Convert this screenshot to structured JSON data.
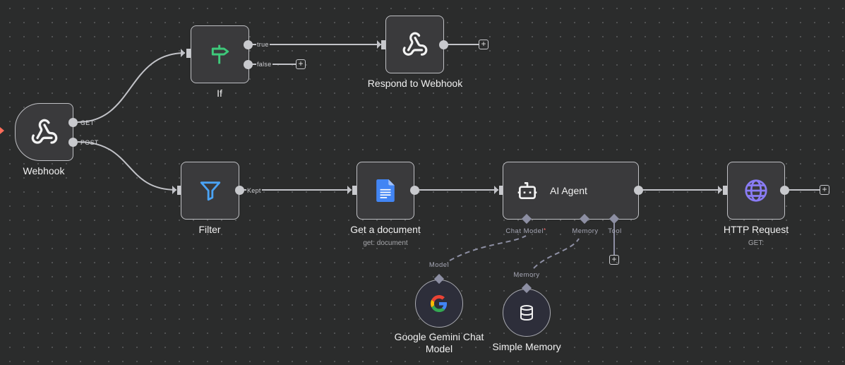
{
  "canvas": {
    "background": "#2b2c2c",
    "accent_colors": {
      "if_icon": "#3ec97a",
      "filter_icon": "#4aa3f5",
      "gdocs_icon": "#4285f4",
      "http_icon": "#8a7cf5",
      "required_marker": "#ff6d6d",
      "trigger_marker": "#ff6d5a"
    }
  },
  "nodes": {
    "webhook": {
      "label": "Webhook",
      "icon": "webhook-icon",
      "outputs": [
        "GET",
        "POST"
      ]
    },
    "if": {
      "label": "If",
      "icon": "signpost-icon",
      "outputs": [
        "true",
        "false"
      ]
    },
    "respond": {
      "label": "Respond to Webhook",
      "icon": "webhook-icon"
    },
    "filter": {
      "label": "Filter",
      "icon": "funnel-icon",
      "outputs": [
        "Kept"
      ]
    },
    "get_doc": {
      "label": "Get a document",
      "subtitle": "get: document",
      "icon": "google-docs-icon"
    },
    "ai_agent": {
      "label": "AI Agent",
      "icon": "robot-icon",
      "connectors": [
        {
          "label": "Chat Model",
          "required": true,
          "required_mark": "*"
        },
        {
          "label": "Memory",
          "required": false
        },
        {
          "label": "Tool",
          "required": false
        }
      ]
    },
    "http": {
      "label": "HTTP Request",
      "subtitle": "GET:",
      "icon": "globe-icon"
    },
    "gemini": {
      "label_line1": "Google Gemini Chat",
      "label_line2": "Model",
      "connector": "Model",
      "icon": "google-g-icon"
    },
    "memory": {
      "label": "Simple Memory",
      "connector": "Memory",
      "icon": "database-icon"
    }
  },
  "add_button_label": "+"
}
